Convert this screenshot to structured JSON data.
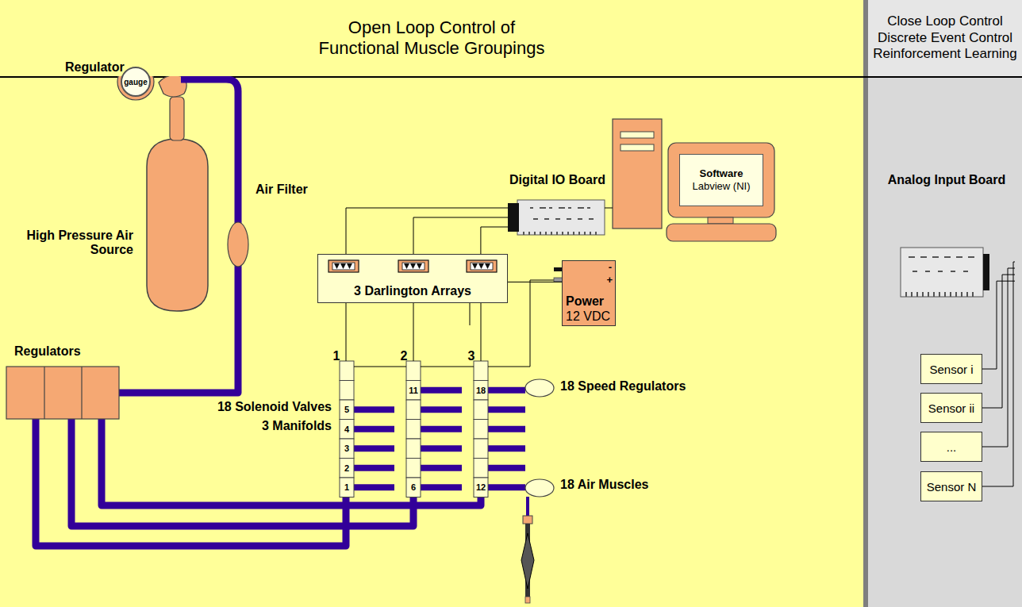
{
  "diagram": {
    "nodes": [
      {
        "text": [
          "Open Loop Control of Functional Muscle Groupings"
        ]
      },
      {
        "text": [
          "Close Loop Control Discrete Event Control Reinforcement Learning"
        ]
      },
      {
        "text": [
          "gauge"
        ]
      },
      {
        "text": [
          "Digital IO Board"
        ]
      },
      {
        "text": [
          "Software",
          "Labview (NI)"
        ]
      },
      {
        "text": [
          "3 Darlington Arrays"
        ]
      },
      {
        "text": [
          "Power",
          "12 VDC",
          "-",
          "+"
        ]
      },
      {
        "text": [
          "Analog Input Board"
        ]
      },
      {
        "text": [
          "Sensor i"
        ]
      },
      {
        "text": [
          "Sensor ii"
        ]
      },
      {
        "text": [
          "..."
        ]
      },
      {
        "text": [
          "Sensor N"
        ]
      }
    ],
    "edges": [
      {
        "from": 3,
        "to": 5,
        "arrow": "none"
      },
      {
        "from": 3,
        "to": 5,
        "arrow": "none"
      },
      {
        "from": 3,
        "to": 5,
        "arrow": "none"
      },
      {
        "from": 6,
        "to": 5,
        "arrow": "none"
      },
      {
        "from": 8,
        "to": 7,
        "arrow": "none"
      },
      {
        "from": 9,
        "to": 7,
        "arrow": "none"
      },
      {
        "from": 10,
        "to": 7,
        "arrow": "none"
      },
      {
        "from": 11,
        "to": 7,
        "arrow": "none"
      }
    ],
    "labels": [
      "Regulator",
      "High Pressure Air Source",
      "Air Filter",
      "Regulators",
      "1",
      "2",
      "3",
      "18 Solenoid Valves",
      "3 Manifolds",
      "5",
      "4",
      "3",
      "2",
      "1",
      "11",
      "6",
      "18",
      "12",
      "18 Speed Regulators",
      "18 Air Muscles"
    ]
  }
}
